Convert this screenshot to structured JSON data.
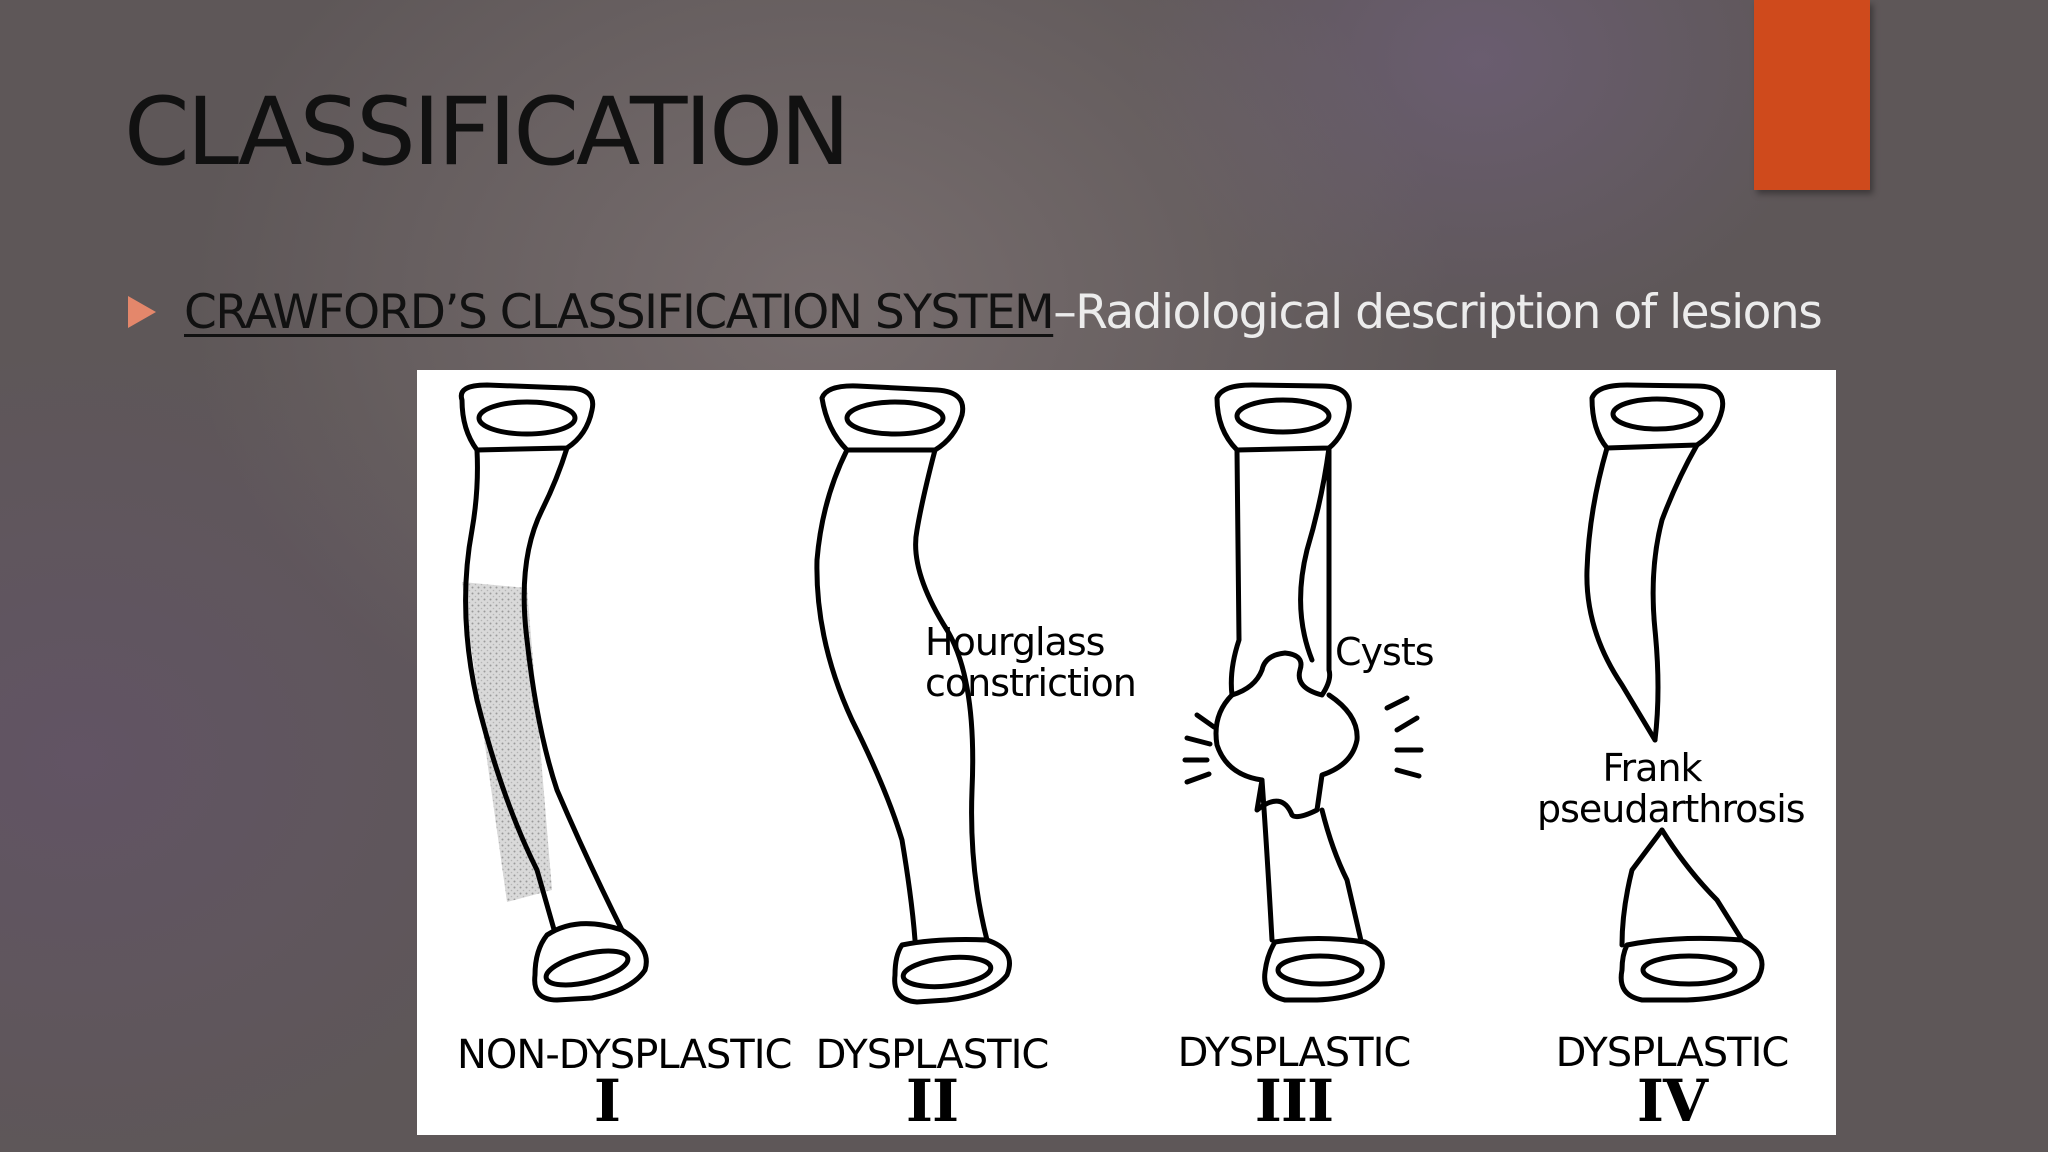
{
  "slide": {
    "title": "CLASSIFICATION",
    "accent_color": "#cf4a1c",
    "bullet": {
      "icon": "triangle-right-icon",
      "strong": "CRAWFORD’S CLASSIFICATION SYSTEM ",
      "rest": "–Radiological description of lesions"
    }
  },
  "figure": {
    "types": [
      {
        "label": "NON-DYSPLASTIC",
        "roman": "I",
        "annotation": ""
      },
      {
        "label": "DYSPLASTIC",
        "roman": "II",
        "annotation": "Hourglass constriction"
      },
      {
        "label": "DYSPLASTIC",
        "roman": "III",
        "annotation": "Cysts"
      },
      {
        "label": "DYSPLASTIC",
        "roman": "IV",
        "annotation": "Frank pseudarthrosis"
      }
    ]
  }
}
